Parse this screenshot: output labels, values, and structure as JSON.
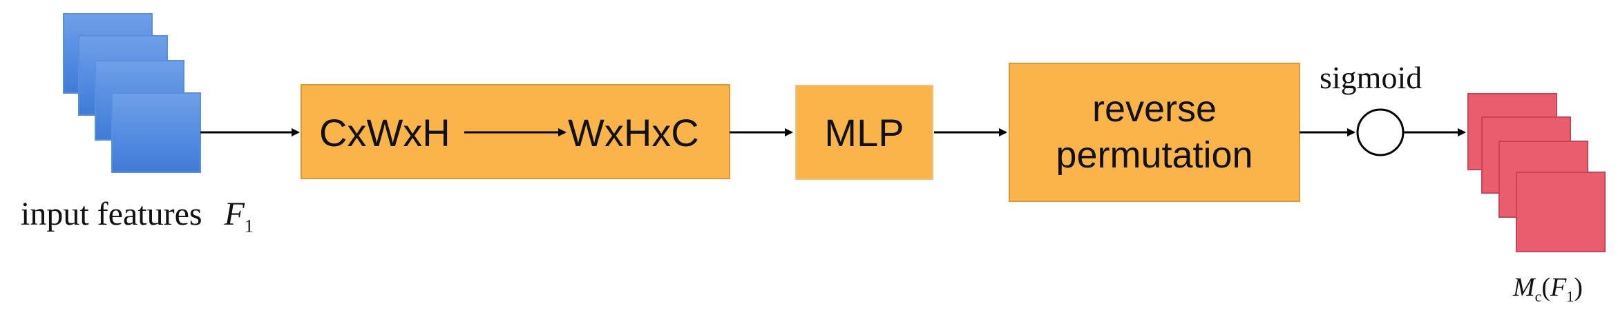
{
  "input": {
    "label": "input features",
    "symbol": "F",
    "subscript": "1"
  },
  "box1": {
    "left_text": "CxWxH",
    "right_text": "WxHxC"
  },
  "box2": {
    "text": "MLP"
  },
  "box3": {
    "line1": "reverse",
    "line2": "permutation"
  },
  "sigmoid": {
    "label": "sigmoid"
  },
  "output": {
    "func": "M",
    "func_sub": "c",
    "open_paren": "(",
    "arg": "F",
    "arg_sub": "1",
    "close_paren": ")"
  },
  "colors": {
    "input_blue": "#4f88e0",
    "input_blue_light": "#7fa9ec",
    "box_orange": "#fbb449",
    "box_border": "#d89a35",
    "output_red": "#e95d6f",
    "output_red_border": "#c94456",
    "arrow": "#000000"
  }
}
